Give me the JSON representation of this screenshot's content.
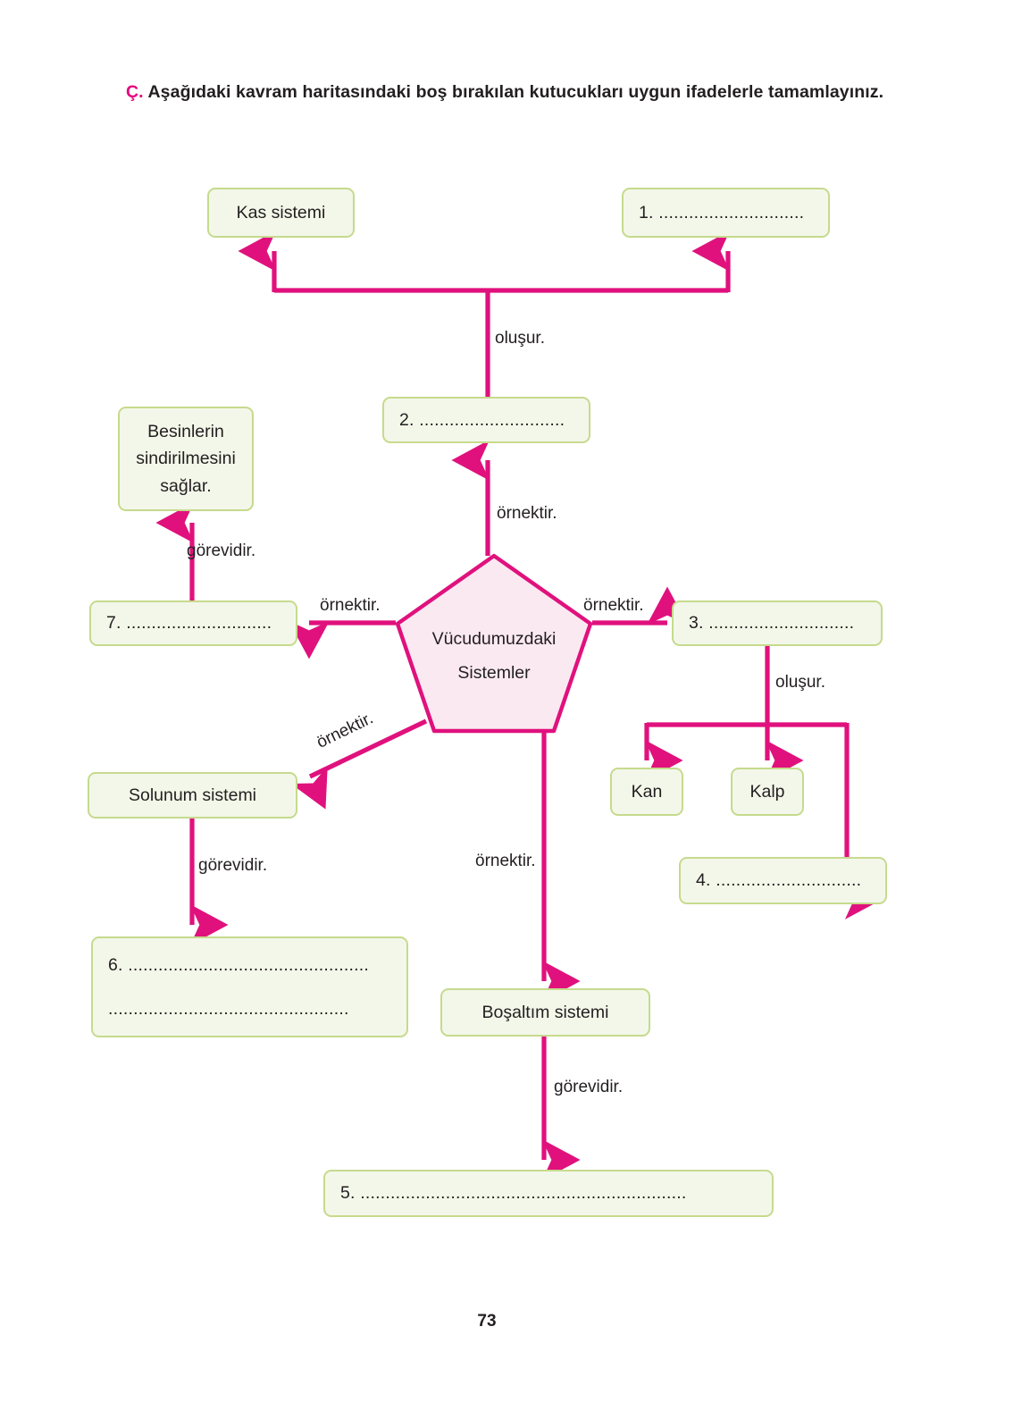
{
  "page": {
    "number": "73",
    "instruction_marker": "Ç.",
    "instruction_text": " Aşağıdaki kavram haritasındaki boş bırakılan kutucukları uygun ifadelerle tamamlayınız."
  },
  "colors": {
    "arrow": "#e0117d",
    "box_border": "#c6da8d",
    "box_fill": "#f3f7e9",
    "pentagon_fill": "#fbe9f2",
    "pentagon_border": "#e0117d",
    "marker": "#e6007e",
    "text": "#231f20"
  },
  "concept_map": {
    "center": {
      "line1": "Vücudumuzdaki",
      "line2": "Sistemler"
    },
    "nodes": [
      {
        "id": "kas-sistemi",
        "label": "Kas sistemi"
      },
      {
        "id": "blank-1",
        "label": "1. ............................."
      },
      {
        "id": "blank-2",
        "label": "2. ............................."
      },
      {
        "id": "blank-3",
        "label": "3. ............................."
      },
      {
        "id": "blank-4",
        "label": "4. ............................."
      },
      {
        "id": "blank-7",
        "label": "7. ............................."
      },
      {
        "id": "besinlerin-l1",
        "label": "Besinlerin"
      },
      {
        "id": "besinlerin-l2",
        "label": "sindirilmesini"
      },
      {
        "id": "besinlerin-l3",
        "label": "sağlar."
      },
      {
        "id": "solunum-sistemi",
        "label": "Solunum sistemi"
      },
      {
        "id": "blank-6-line1",
        "label": "6. ................................................"
      },
      {
        "id": "blank-6-line2",
        "label": "................................................"
      },
      {
        "id": "kan",
        "label": "Kan"
      },
      {
        "id": "kalp",
        "label": "Kalp"
      },
      {
        "id": "bosaltim-sistemi",
        "label": "Boşaltım sistemi"
      },
      {
        "id": "blank-5",
        "label": "5. ................................................................."
      }
    ],
    "edge_labels": [
      {
        "id": "olusur-top",
        "label": "oluşur."
      },
      {
        "id": "ornektir-center-up",
        "label": "örnektir."
      },
      {
        "id": "ornektir-left",
        "label": "örnektir."
      },
      {
        "id": "ornektir-right",
        "label": "örnektir."
      },
      {
        "id": "ornektir-diagonal",
        "label": "örnektir."
      },
      {
        "id": "ornektir-down",
        "label": "örnektir."
      },
      {
        "id": "gorevidir-left-top",
        "label": "görevidir."
      },
      {
        "id": "gorevidir-solunum",
        "label": "görevidir."
      },
      {
        "id": "gorevidir-bosaltim",
        "label": "görevidir."
      },
      {
        "id": "olusur-right",
        "label": "oluşur."
      }
    ]
  }
}
